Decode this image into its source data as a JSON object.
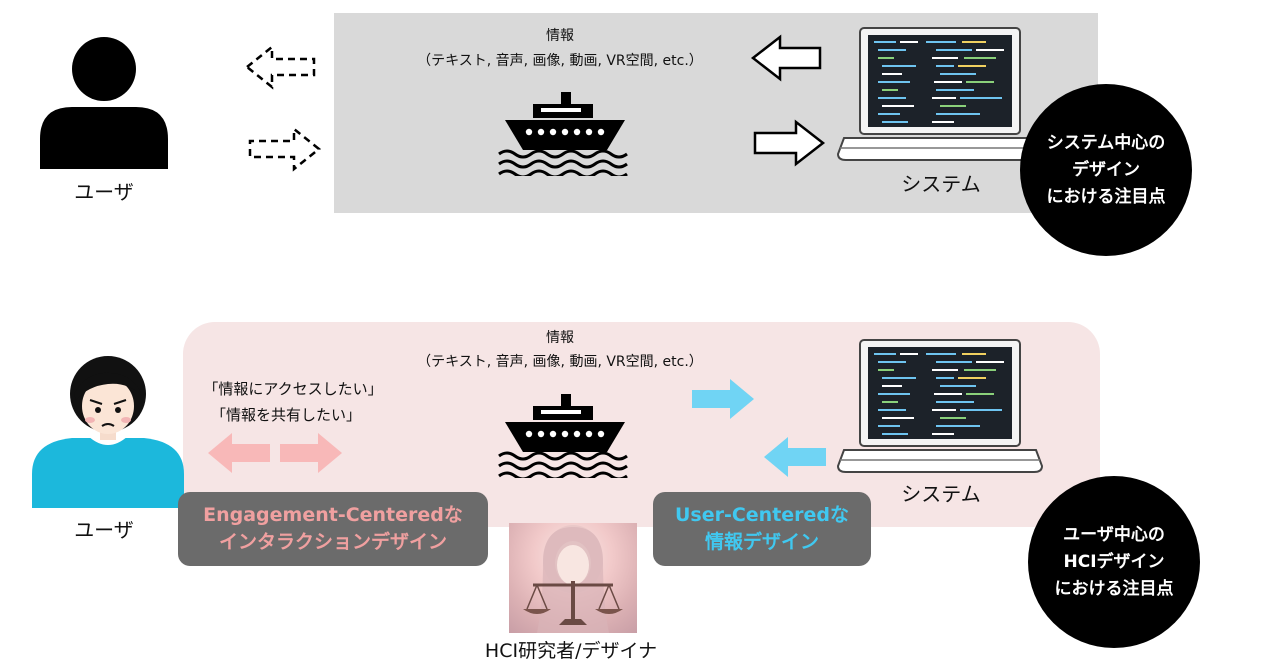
{
  "top": {
    "info_title": "情報",
    "info_sub": "（テキスト, 音声, 画像, 動画, VR空間, etc.）",
    "user_label": "ユーザ",
    "system_label": "システム",
    "circle_lines": [
      "システム中心の",
      "デザイン",
      "における注目点"
    ]
  },
  "bottom": {
    "info_title": "情報",
    "info_sub": "（テキスト, 音声, 画像, 動画, VR空間, etc.）",
    "user_label": "ユーザ",
    "system_label": "システム",
    "quote1": "「情報にアクセスしたい」",
    "quote2": "「情報を共有したい」",
    "engagement_lines": [
      "Engagement-Centeredな",
      "インタラクションデザイン"
    ],
    "usercentered_lines": [
      "User-Centeredな",
      "情報デザイン"
    ],
    "researcher_label": "HCI研究者/デザイナ",
    "circle_lines": [
      "ユーザ中心の",
      "HCIデザイン",
      "における注目点"
    ]
  },
  "colors": {
    "engagement_text": "#f0a0a0",
    "usercentered_text": "#40c8f0",
    "pink_arrow": "#f8b8b8",
    "blue_arrow": "#70d4f4",
    "user_shirt": "#1cb8dc"
  }
}
